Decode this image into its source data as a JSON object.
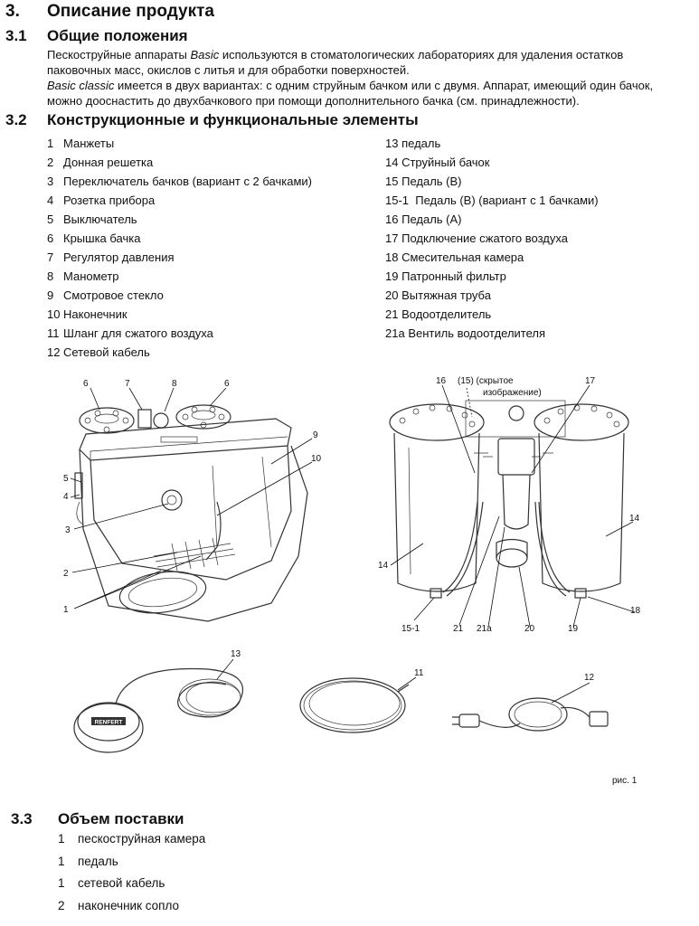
{
  "s3": {
    "num": "3.",
    "title": "Описание продукта"
  },
  "s31": {
    "num": "3.1",
    "title": "Общие положения",
    "p1_l1_a": "Пескоструйные аппараты ",
    "p1_l1_em": "Basic",
    "p1_l1_b": " используются в стоматологических лабораториях для удаления остатков",
    "p1_l2": "паковочных масс, окислов с литья и для обработки поверхностей.",
    "p2_l1_em": "Basic classic",
    "p2_l1_b": " имеется в двух вариантах: с одним струйным бачком или с двумя. Аппарат, имеющий один бачок,",
    "p2_l2": "можно дооснастить до двухбачкового при помощи дополнительного бачка (см. принадлежности)."
  },
  "s32": {
    "num": "3.2",
    "title": "Конструкционные и функциональные элементы",
    "left": [
      {
        "n": "1",
        "t": "Манжеты"
      },
      {
        "n": "2",
        "t": "Донная решетка"
      },
      {
        "n": "3",
        "t": "Переключатель бачков (вариант с 2 бачками)"
      },
      {
        "n": "4",
        "t": "Розетка прибора"
      },
      {
        "n": "5",
        "t": "Выключатель"
      },
      {
        "n": "6",
        "t": "Крышка бачка"
      },
      {
        "n": "7",
        "t": "Регулятор давления"
      },
      {
        "n": "8",
        "t": "Манометр"
      },
      {
        "n": "9",
        "t": "Смотровое стекло"
      },
      {
        "n": "10",
        "t": "Наконечник"
      },
      {
        "n": "11",
        "t": "Шланг для сжатого воздуха"
      },
      {
        "n": "12",
        "t": "Сетевой кабель"
      }
    ],
    "right": [
      {
        "n": "13",
        "t": "педаль"
      },
      {
        "n": "14",
        "t": "Струйный бачок"
      },
      {
        "n": "15",
        "t": "Педаль (B)"
      },
      {
        "n": "15-1",
        "t": " Педаль (B) (вариант с 1 бачками)"
      },
      {
        "n": "16",
        "t": "Педаль (A)"
      },
      {
        "n": "17",
        "t": "Подключение сжатого воздуха"
      },
      {
        "n": "18",
        "t": "Смесительная камера"
      },
      {
        "n": "19",
        "t": "Патронный фильтр"
      },
      {
        "n": "20",
        "t": "Вытяжная труба"
      },
      {
        "n": "21",
        "t": "Водоотделитель"
      },
      {
        "n": "21a",
        "t": "Вентиль водоотделителя"
      }
    ]
  },
  "figure": {
    "caption": "рис. 1",
    "hidden_note_1": "(15) (скрытое",
    "hidden_note_2": "изображение)",
    "pedal_logo": "RENFERT",
    "c1": {
      "l6a": "6",
      "l7": "7",
      "l8": "8",
      "l6b": "6",
      "l9": "9",
      "l10": "10",
      "l5": "5",
      "l4": "4",
      "l3": "3",
      "l2": "2",
      "l1": "1"
    },
    "c2": {
      "l16": "16",
      "l17": "17",
      "l14a": "14",
      "l14b": "14",
      "l151": "15-1",
      "l21": "21",
      "l21a": "21a",
      "l20": "20",
      "l19": "19",
      "l18": "18"
    },
    "c3": {
      "l13": "13",
      "l11": "11",
      "l12": "12"
    }
  },
  "s33": {
    "num": "3.3",
    "title": "Объем поставки",
    "items": [
      {
        "n": "1",
        "t": "пескоструйная камера"
      },
      {
        "n": "1",
        "t": "педаль"
      },
      {
        "n": "1",
        "t": "сетевой кабель"
      },
      {
        "n": "2",
        "t": "наконечник сопло"
      }
    ]
  }
}
